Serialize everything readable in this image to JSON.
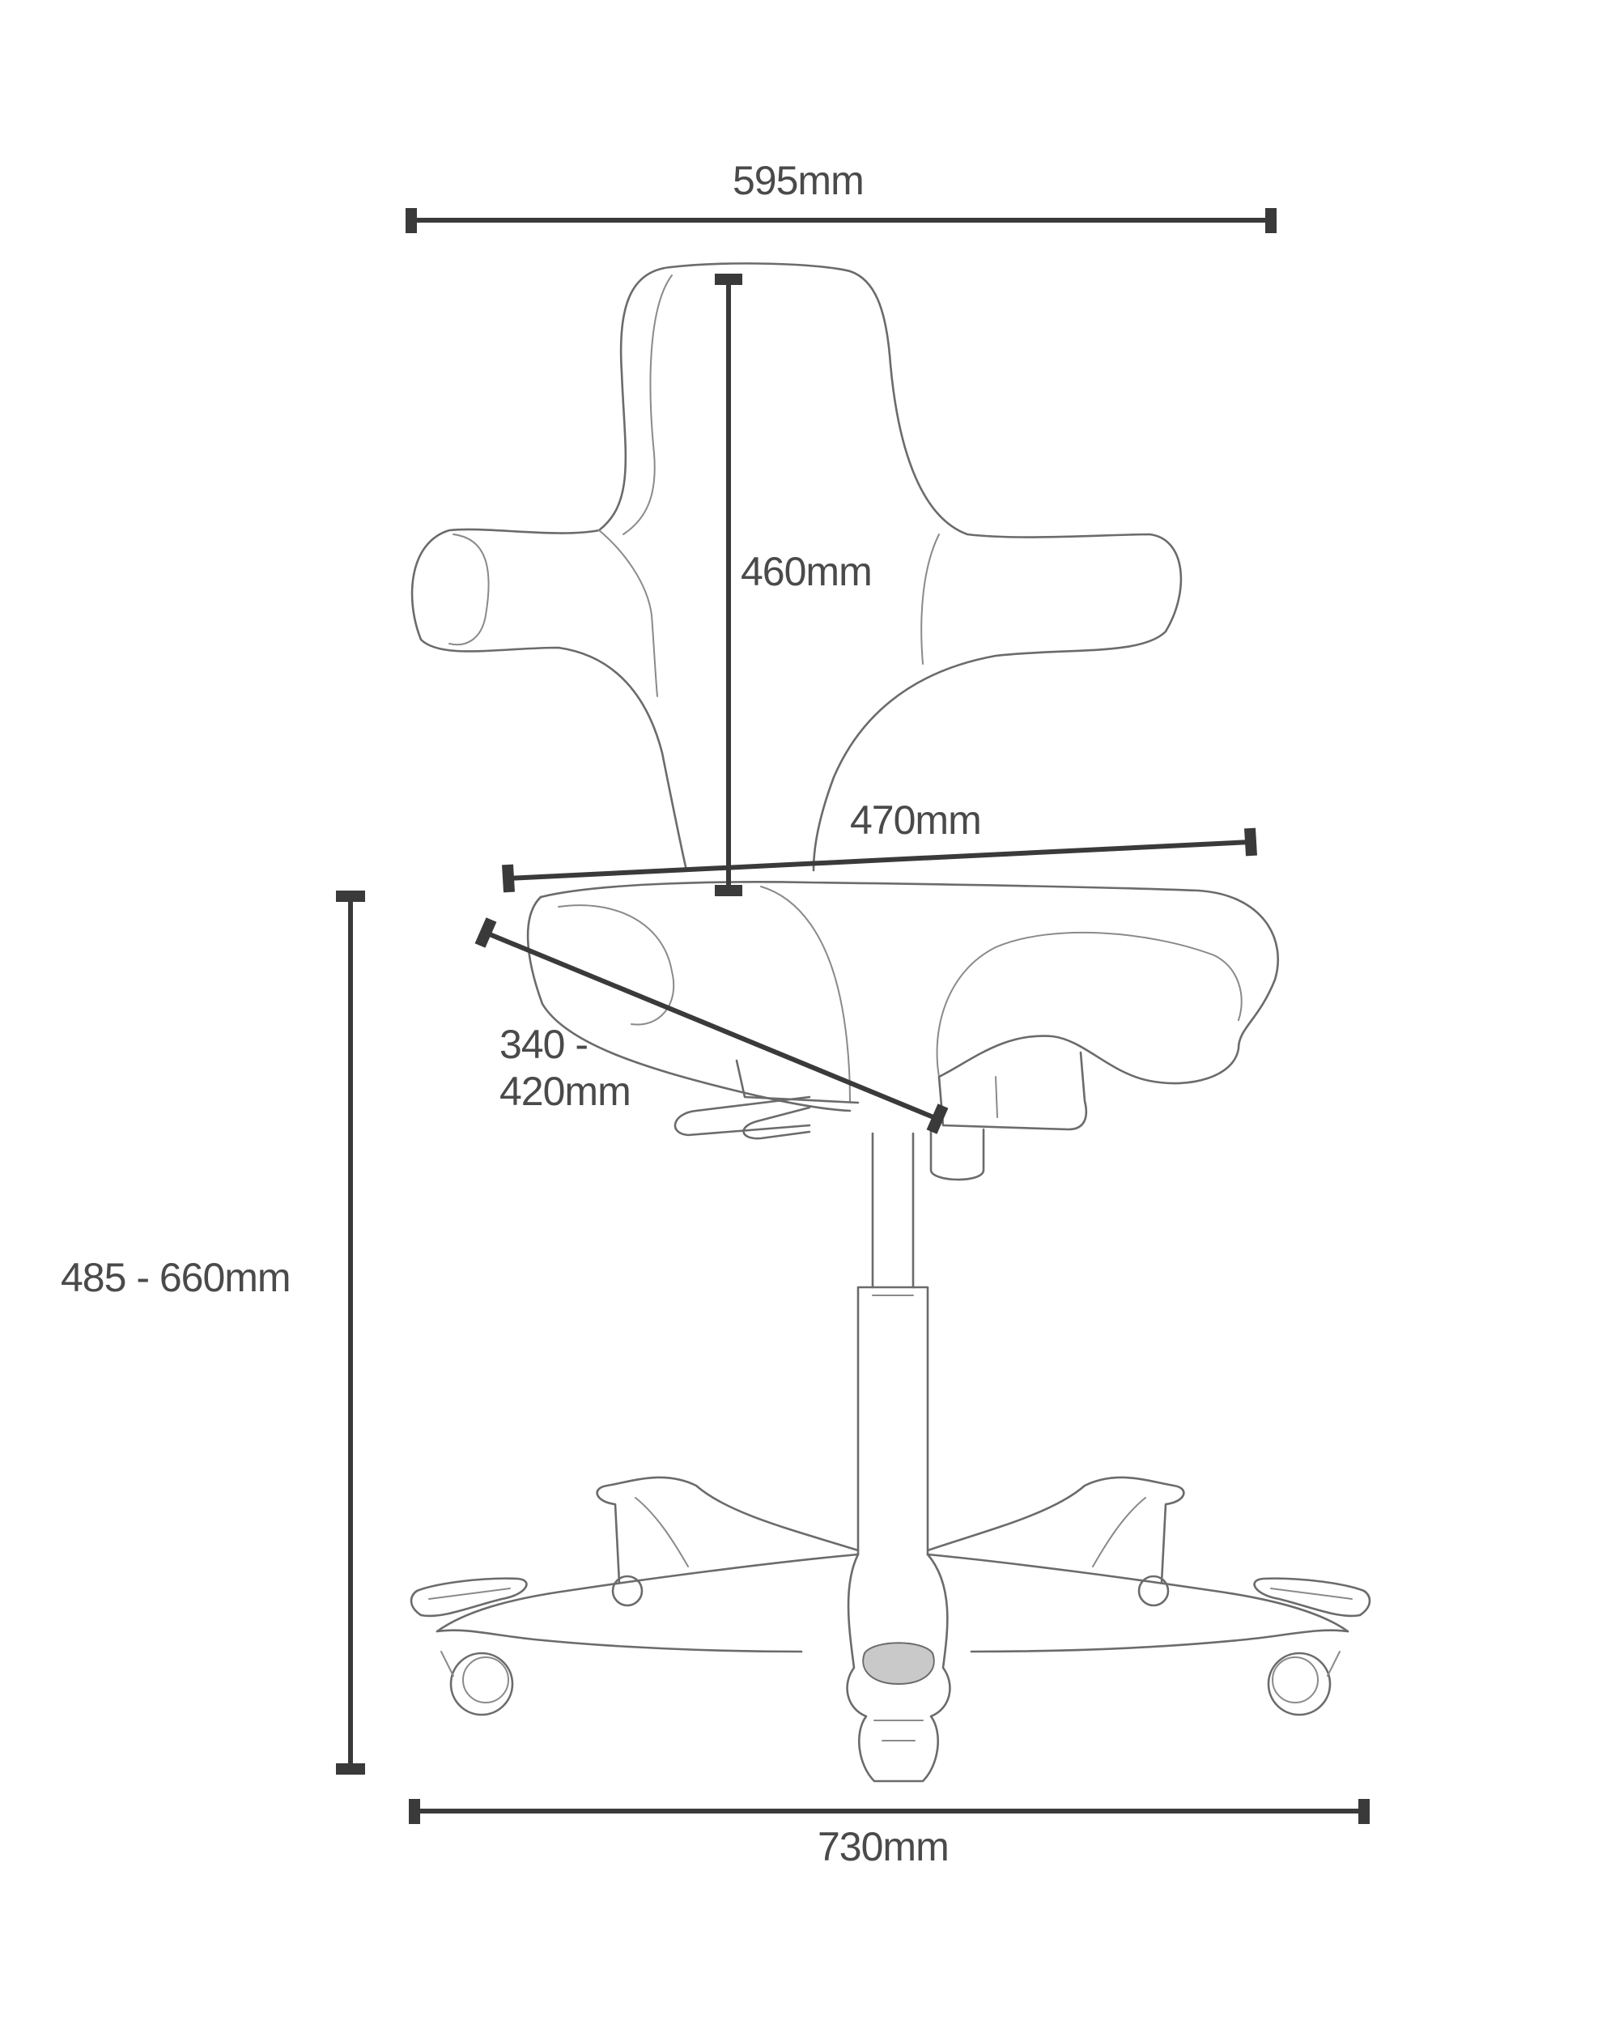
{
  "dimensions": {
    "overall_width": "595mm",
    "backrest_height": "460mm",
    "seat_width": "470mm",
    "seat_depth": "340 -\n420mm",
    "seat_height": "485 - 660mm",
    "base_diameter": "730mm"
  },
  "colors": {
    "dimension_line": "#3a3a3a",
    "outline": "#6b6b6b",
    "label": "#4a4a4a"
  }
}
